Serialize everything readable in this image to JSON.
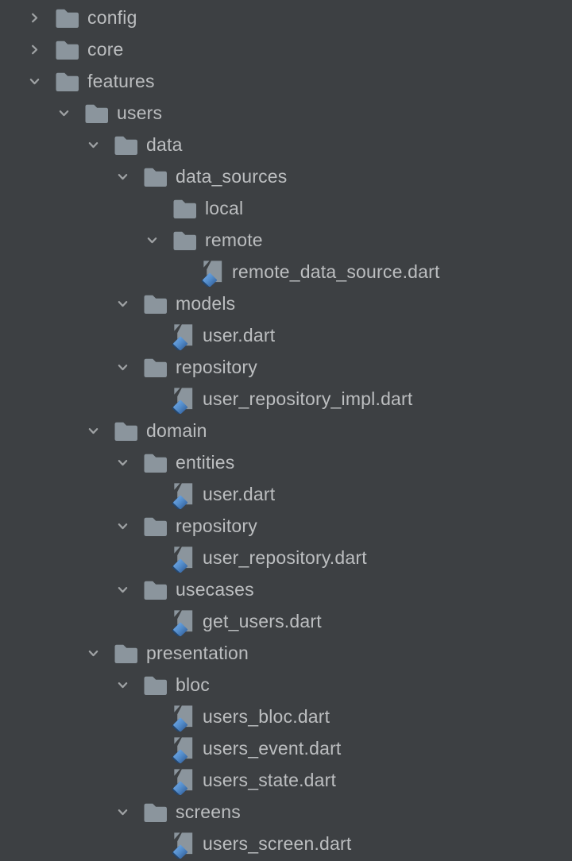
{
  "colors": {
    "background": "#3D4043",
    "text": "#BCBEC0",
    "chevron": "#9FA2A4",
    "folder_icon": "#8B959D",
    "file_doc": "#8B959D",
    "dart_logo_light": "#6FA8E5",
    "dart_logo_mid": "#528BC9",
    "dart_logo_dark": "#33609B",
    "dart_logo_navy": "#24466E"
  },
  "icons": {
    "folder": "folder-icon",
    "dart_file": "dart-file-icon",
    "expanded": "chevron-down-icon",
    "collapsed": "chevron-right-icon"
  },
  "tree": {
    "rows": [
      {
        "label": "config",
        "level": 0,
        "type": "folder",
        "chevron": "collapsed"
      },
      {
        "label": "core",
        "level": 0,
        "type": "folder",
        "chevron": "collapsed"
      },
      {
        "label": "features",
        "level": 0,
        "type": "folder",
        "chevron": "expanded"
      },
      {
        "label": "users",
        "level": 1,
        "type": "folder",
        "chevron": "expanded"
      },
      {
        "label": "data",
        "level": 2,
        "type": "folder",
        "chevron": "expanded"
      },
      {
        "label": "data_sources",
        "level": 3,
        "type": "folder",
        "chevron": "expanded"
      },
      {
        "label": "local",
        "level": 4,
        "type": "folder",
        "chevron": "none"
      },
      {
        "label": "remote",
        "level": 4,
        "type": "folder",
        "chevron": "expanded"
      },
      {
        "label": "remote_data_source.dart",
        "level": 5,
        "type": "file",
        "chevron": "none"
      },
      {
        "label": "models",
        "level": 3,
        "type": "folder",
        "chevron": "expanded"
      },
      {
        "label": "user.dart",
        "level": 4,
        "type": "file",
        "chevron": "none"
      },
      {
        "label": "repository",
        "level": 3,
        "type": "folder",
        "chevron": "expanded"
      },
      {
        "label": "user_repository_impl.dart",
        "level": 4,
        "type": "file",
        "chevron": "none"
      },
      {
        "label": "domain",
        "level": 2,
        "type": "folder",
        "chevron": "expanded"
      },
      {
        "label": "entities",
        "level": 3,
        "type": "folder",
        "chevron": "expanded"
      },
      {
        "label": "user.dart",
        "level": 4,
        "type": "file",
        "chevron": "none"
      },
      {
        "label": "repository",
        "level": 3,
        "type": "folder",
        "chevron": "expanded"
      },
      {
        "label": "user_repository.dart",
        "level": 4,
        "type": "file",
        "chevron": "none"
      },
      {
        "label": "usecases",
        "level": 3,
        "type": "folder",
        "chevron": "expanded"
      },
      {
        "label": "get_users.dart",
        "level": 4,
        "type": "file",
        "chevron": "none"
      },
      {
        "label": "presentation",
        "level": 2,
        "type": "folder",
        "chevron": "expanded"
      },
      {
        "label": "bloc",
        "level": 3,
        "type": "folder",
        "chevron": "expanded"
      },
      {
        "label": "users_bloc.dart",
        "level": 4,
        "type": "file",
        "chevron": "none"
      },
      {
        "label": "users_event.dart",
        "level": 4,
        "type": "file",
        "chevron": "none"
      },
      {
        "label": "users_state.dart",
        "level": 4,
        "type": "file",
        "chevron": "none"
      },
      {
        "label": "screens",
        "level": 3,
        "type": "folder",
        "chevron": "expanded"
      },
      {
        "label": "users_screen.dart",
        "level": 4,
        "type": "file",
        "chevron": "none"
      }
    ]
  }
}
